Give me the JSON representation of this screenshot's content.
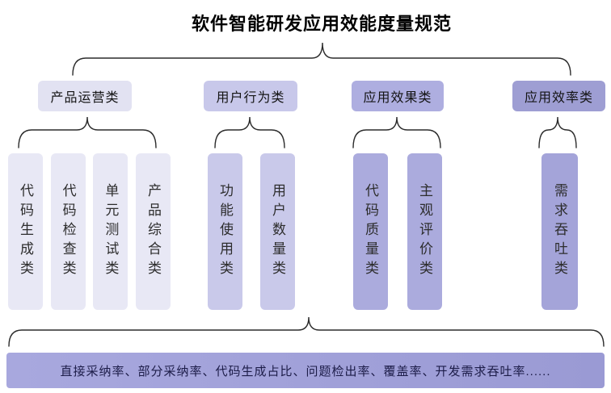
{
  "title": "软件智能研发应用效能度量规范",
  "brace_color": "#2b2b2b",
  "categories": [
    {
      "label": "产品运营类",
      "color": "#e2e2f2",
      "child_color": "#e8e8f5",
      "children": [
        {
          "label": "代码生成类"
        },
        {
          "label": "代码检查类"
        },
        {
          "label": "单元测试类"
        },
        {
          "label": "产品综合类"
        }
      ]
    },
    {
      "label": "用户行为类",
      "color": "#c8c8ea",
      "child_color": "#c9c9ea",
      "children": [
        {
          "label": "功能使用类"
        },
        {
          "label": "用户数量类"
        }
      ]
    },
    {
      "label": "应用效果类",
      "color": "#aeaee0",
      "child_color": "#ababdd",
      "children": [
        {
          "label": "代码质量类"
        },
        {
          "label": "主观评价类"
        }
      ]
    },
    {
      "label": "应用效率类",
      "color": "#9e9ed3",
      "child_color": "#a4a4d9",
      "children": [
        {
          "label": "需求吞吐类"
        }
      ]
    }
  ],
  "footer": {
    "text": "直接采纳率、部分采纳率、代码生成占比、问题检出率、覆盖率、开发需求吞吐率......",
    "bg_left": "#a8a8de",
    "bg_right": "#9a9ad4",
    "text_color": "#1c1c48"
  }
}
